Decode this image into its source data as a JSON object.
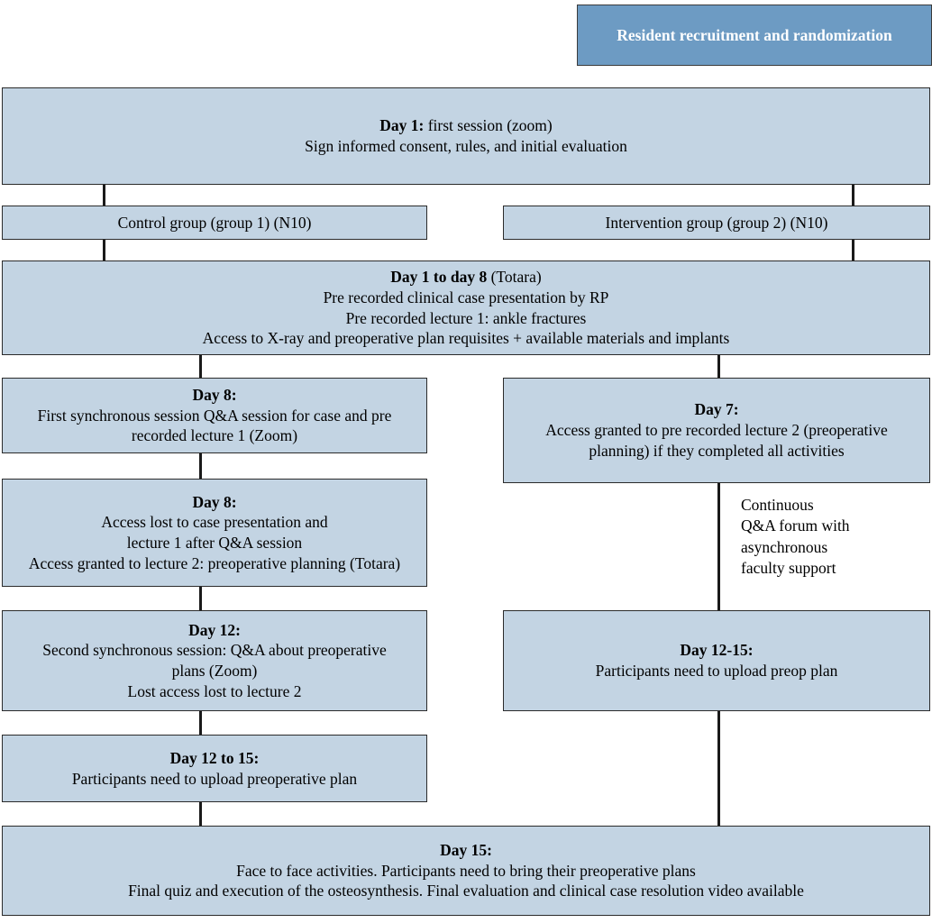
{
  "title": "Resident recruitment and randomization",
  "colors": {
    "box_fill": "#c3d4e3",
    "header_fill": "#6d9bc3",
    "border": "#2b2b2b",
    "line": "#1a1a1a",
    "text": "#000000",
    "header_text": "#ffffff"
  },
  "nodes": {
    "header": {
      "label": "Resident recruitment and randomization"
    },
    "day1": {
      "line1": "Day 1: first session (zoom)",
      "line1_bold": "Day 1:",
      "line1_rest": " first session (zoom)",
      "line2": "Sign informed consent, rules, and initial evaluation"
    },
    "control_group": {
      "label": "Control group (group 1) (N10)"
    },
    "intervention_group": {
      "label": "Intervention group (group 2) (N10)"
    },
    "day1_to_8": {
      "line1_bold": "Day 1 to day 8",
      "line1_rest": " (Totara)",
      "line2": "Pre recorded clinical case presentation by RP",
      "line3": "Pre recorded lecture 1: ankle fractures",
      "line4": "Access to X-ray and preoperative plan requisites + available materials and implants"
    },
    "day8_first": {
      "title": "Day 8:",
      "line2": "First synchronous session Q&A session for case and pre",
      "line3": "recorded lecture 1 (Zoom)"
    },
    "day8_access": {
      "title": "Day 8:",
      "line2": "Access lost to case presentation and",
      "line3": "lecture 1 after Q&A session",
      "line4": "Access granted to lecture 2: preoperative planning (Totara)"
    },
    "day12_second": {
      "title": "Day 12:",
      "line2": "Second synchronous session: Q&A about preoperative",
      "line3": "plans (Zoom)",
      "line4": "Lost access lost to lecture 2"
    },
    "day12_to_15_left": {
      "title": "Day 12 to 15:",
      "line2": "Participants need to upload preoperative plan"
    },
    "day7": {
      "title": "Day 7:",
      "line2": "Access granted to pre recorded lecture 2 (preoperative",
      "line3": "planning) if they completed all activities"
    },
    "continuous_note": {
      "line1": "Continuous",
      "line2": "Q&A forum with",
      "line3": "asynchronous",
      "line4": "faculty support"
    },
    "day12_15_right": {
      "title": "Day 12-15:",
      "line2": "Participants need to upload preop plan"
    },
    "day15": {
      "title": "Day 15:",
      "line2": "Face to face activities. Participants need to bring their preoperative plans",
      "line3": "Final quiz and execution of the osteosynthesis. Final evaluation and clinical case resolution video available"
    }
  }
}
